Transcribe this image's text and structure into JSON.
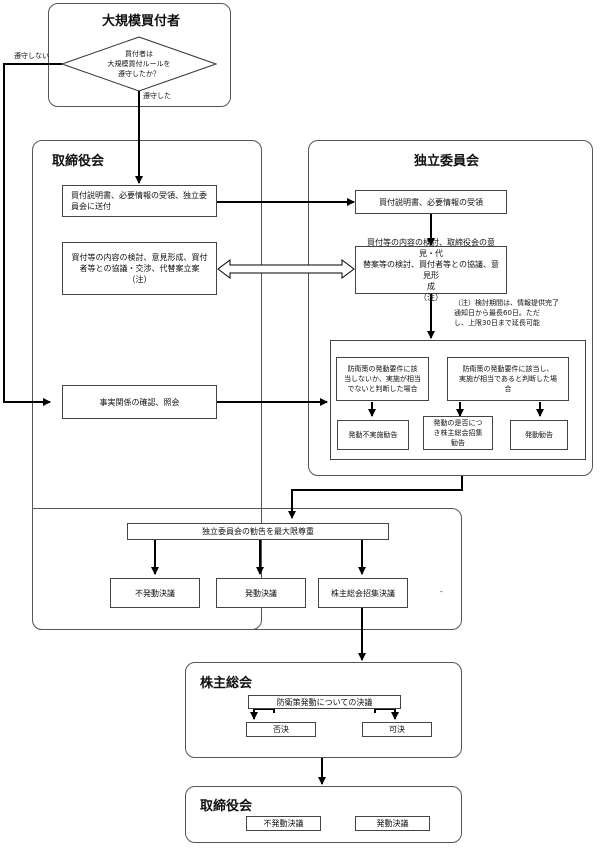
{
  "buyer": {
    "title": "大規模買付者",
    "decision": "買付者は\n大規模買付ルールを\n遵守したか？",
    "no_label": "遵守しない",
    "yes_label": "遵守した"
  },
  "board1": {
    "title": "取締役会",
    "send_docs": "買付説明書、必要情報の受領、独立委\n員会に送付",
    "review": "買付等の内容の検討、意見形成、買付\n者等との協議・交渉、代替案立案\n（注）",
    "fact_check": "事実関係の確認、照会"
  },
  "committee": {
    "title": "独立委員会",
    "receive": "買付説明書、必要情報の受領",
    "review": "買付等の内容の検討、取締役会の意見・代\n替案等の検討、買付者等との協議、意見形\n成\n（注）",
    "note": "（注）検討期間は、情報提供完了\n通知日から最長60日。ただ\nし、上限30日まで延長可能",
    "cond_not_met": "防衛策の発動要件に該\n当しないか、実施が相当\nでないと判断した場合",
    "cond_met": "防衛策の発動要件に該当し、\n実施が相当であると判断した場\n合",
    "rec_no": "発動不実施勧告",
    "rec_meeting": "発動の是否につ\nき株主総会招集\n勧告",
    "rec_yes": "発動勧告"
  },
  "board2": {
    "respect": "独立委員会の勧告を最大限尊重",
    "res_no": "不発動決議",
    "res_yes": "発動決議",
    "res_meeting": "株主総会招集決議",
    "dash": "-"
  },
  "shareholders": {
    "title": "株主総会",
    "resolution": "防衛策発動についての決議",
    "reject": "否決",
    "approve": "可決"
  },
  "board3": {
    "title": "取締役会",
    "no": "不発動決議",
    "yes": "発動決議"
  }
}
